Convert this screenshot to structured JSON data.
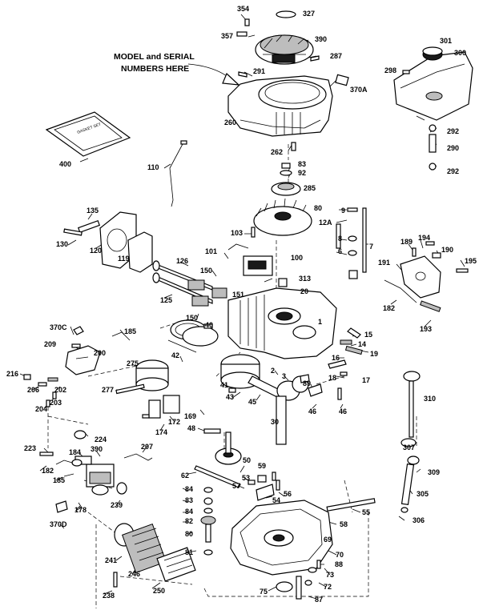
{
  "callout": {
    "line1": "MODEL and SERIAL",
    "line2": "NUMBERS HERE"
  },
  "labels": [
    "354",
    "327",
    "357",
    "390",
    "287",
    "291",
    "370A",
    "260",
    "262",
    "301",
    "300",
    "298",
    "292",
    "290",
    "292",
    "400",
    "110",
    "83",
    "92",
    "285",
    "80",
    "9",
    "12A",
    "8",
    "6",
    "7",
    "135",
    "130",
    "120",
    "119",
    "103",
    "126",
    "101",
    "150",
    "100",
    "125",
    "313",
    "20",
    "151",
    "189",
    "194",
    "190",
    "191",
    "195",
    "182",
    "193",
    "150",
    "40",
    "370C",
    "185",
    "209",
    "200",
    "1",
    "15",
    "14",
    "19",
    "42",
    "275",
    "216",
    "206",
    "202",
    "203",
    "204",
    "277",
    "41",
    "43",
    "16",
    "2",
    "3",
    "18",
    "17",
    "89",
    "45",
    "30",
    "46",
    "46",
    "169",
    "174",
    "172",
    "310",
    "48",
    "224",
    "223",
    "182",
    "184",
    "390",
    "207",
    "50",
    "307",
    "309",
    "185",
    "62",
    "59",
    "53",
    "57",
    "54",
    "56",
    "84",
    "83",
    "84",
    "82",
    "305",
    "55",
    "58",
    "306",
    "178",
    "239",
    "80",
    "81",
    "69",
    "370D",
    "241",
    "70",
    "246",
    "73",
    "88",
    "238",
    "250",
    "75",
    "72",
    "87"
  ]
}
